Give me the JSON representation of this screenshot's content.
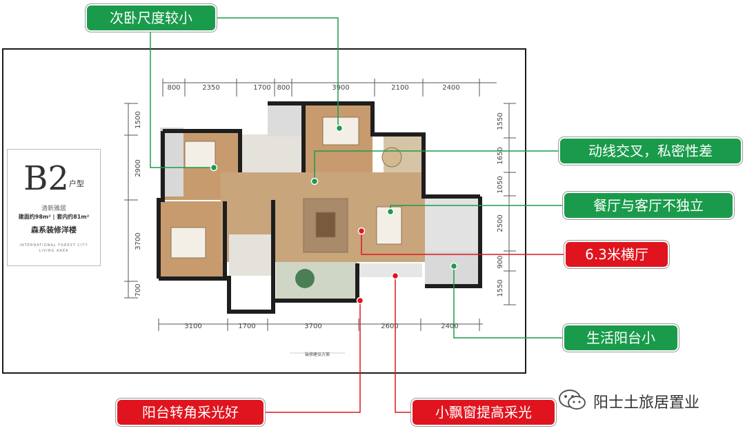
{
  "floorplan": {
    "unit_code": "B2",
    "unit_suffix": "户型",
    "line1": "清新雅居",
    "line2": "建面约98m² | 套内约81m²",
    "line3": "森系装修洋楼",
    "line4": "INTERNATIONAL FOREST CITY",
    "line5": "LIVING AREA",
    "top_dims": [
      "800",
      "2350",
      "1700",
      "800",
      "3900",
      "2100",
      "2400"
    ],
    "bottom_dims": [
      "3100",
      "1700",
      "3700",
      "2600",
      "2400"
    ],
    "left_dims": [
      "1500",
      "2900",
      "3700",
      "700"
    ],
    "right_dims": [
      "1550",
      "1650",
      "1050",
      "2500",
      "900",
      "1550"
    ],
    "caption": "装修建议方案"
  },
  "callouts": {
    "small_bedroom": "次卧尺度较小",
    "circulation": "动线交叉，私密性差",
    "dining_living": "餐厅与客厅不独立",
    "hall": "6.3米横厅",
    "utility_balcony": "生活阳台小",
    "balcony_light": "阳台转角采光好",
    "bay_window": "小飘窗提高采光"
  },
  "watermark": {
    "text": "阳士土旅居置业"
  },
  "colors": {
    "green": "#1a9b4b",
    "red": "#e0141e"
  }
}
